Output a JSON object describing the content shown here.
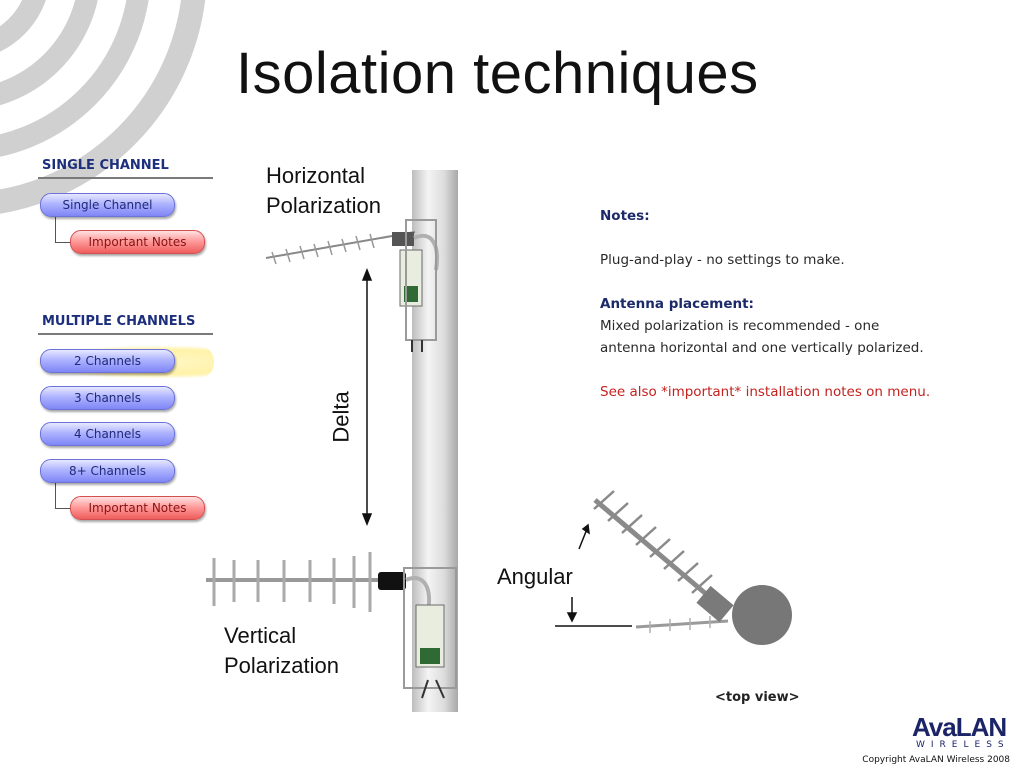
{
  "slide": {
    "title": "Isolation techniques"
  },
  "menu": {
    "single_heading": "SINGLE CHANNEL",
    "single_items": [
      {
        "label": "Single Channel",
        "style": "blue"
      },
      {
        "label": "Important Notes",
        "style": "red"
      }
    ],
    "multiple_heading": "MULTIPLE CHANNELS",
    "multiple_items": [
      {
        "label": "2 Channels",
        "style": "blue",
        "highlighted": true
      },
      {
        "label": "3 Channels",
        "style": "blue"
      },
      {
        "label": "4 Channels",
        "style": "blue"
      },
      {
        "label": "8+ Channels",
        "style": "blue"
      },
      {
        "label": "Important Notes",
        "style": "red"
      }
    ]
  },
  "labels": {
    "horizontal": [
      "Horizontal",
      "Polarization"
    ],
    "vertical": [
      "Vertical",
      "Polarization"
    ],
    "delta": "Delta",
    "angular": "Angular",
    "top_view": "<top view>"
  },
  "notes": {
    "heading": "Notes:",
    "plug_and_play": "Plug-and-play - no settings to make.",
    "placement_heading": "Antenna placement:",
    "placement_line1": "Mixed polarization is recommended - one",
    "placement_line2": "antenna horizontal and one vertically polarized.",
    "see_also": "See also *important* installation notes on menu."
  },
  "footer": {
    "logo_word": "AvaLAN",
    "logo_sub": "WIRELESS",
    "copyright": "Copyright AvaLAN Wireless 2008"
  },
  "colors": {
    "menu_heading": "#1d2f7c",
    "pill_blue": "#aeb3ff",
    "pill_red": "#ff9c9c",
    "notes_heading": "#1c2a68",
    "notes_warning": "#c4221f",
    "arc_gray": "#cfcfcf"
  }
}
